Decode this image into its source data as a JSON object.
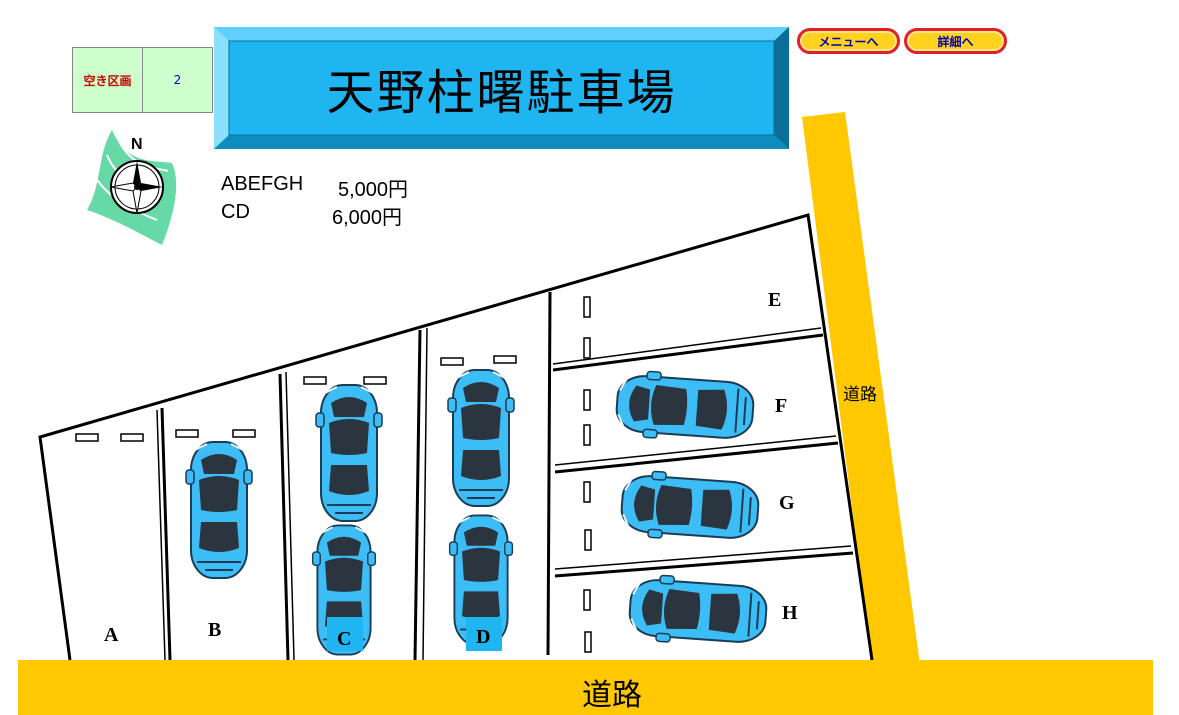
{
  "title": "天野柱曙駐車場",
  "vacancy": {
    "label": "空き区画",
    "count": "2"
  },
  "nav": {
    "menu": "メニューへ",
    "detail": "詳細へ"
  },
  "compass": {
    "north": "N"
  },
  "prices": [
    {
      "spaces": "ABEFGH",
      "price": "5,000円"
    },
    {
      "spaces": "CD",
      "price": "6,000円"
    }
  ],
  "spaces": {
    "A": {
      "label": "A",
      "occupied": false
    },
    "B": {
      "label": "B",
      "occupied": true
    },
    "C": {
      "label": "C",
      "occupied": true
    },
    "D": {
      "label": "D",
      "occupied": true
    },
    "E": {
      "label": "E",
      "occupied": false
    },
    "F": {
      "label": "F",
      "occupied": true
    },
    "G": {
      "label": "G",
      "occupied": true
    },
    "H": {
      "label": "H",
      "occupied": true
    }
  },
  "roads": {
    "bottom": "道路",
    "right": "道路"
  },
  "colors": {
    "road": "#ffc800",
    "car": "#3dbdf5",
    "title_bg": "#1fb5f0",
    "vacancy_bg": "#ccffcc",
    "button": "#ffd21f",
    "button_border": "#e0202a"
  }
}
